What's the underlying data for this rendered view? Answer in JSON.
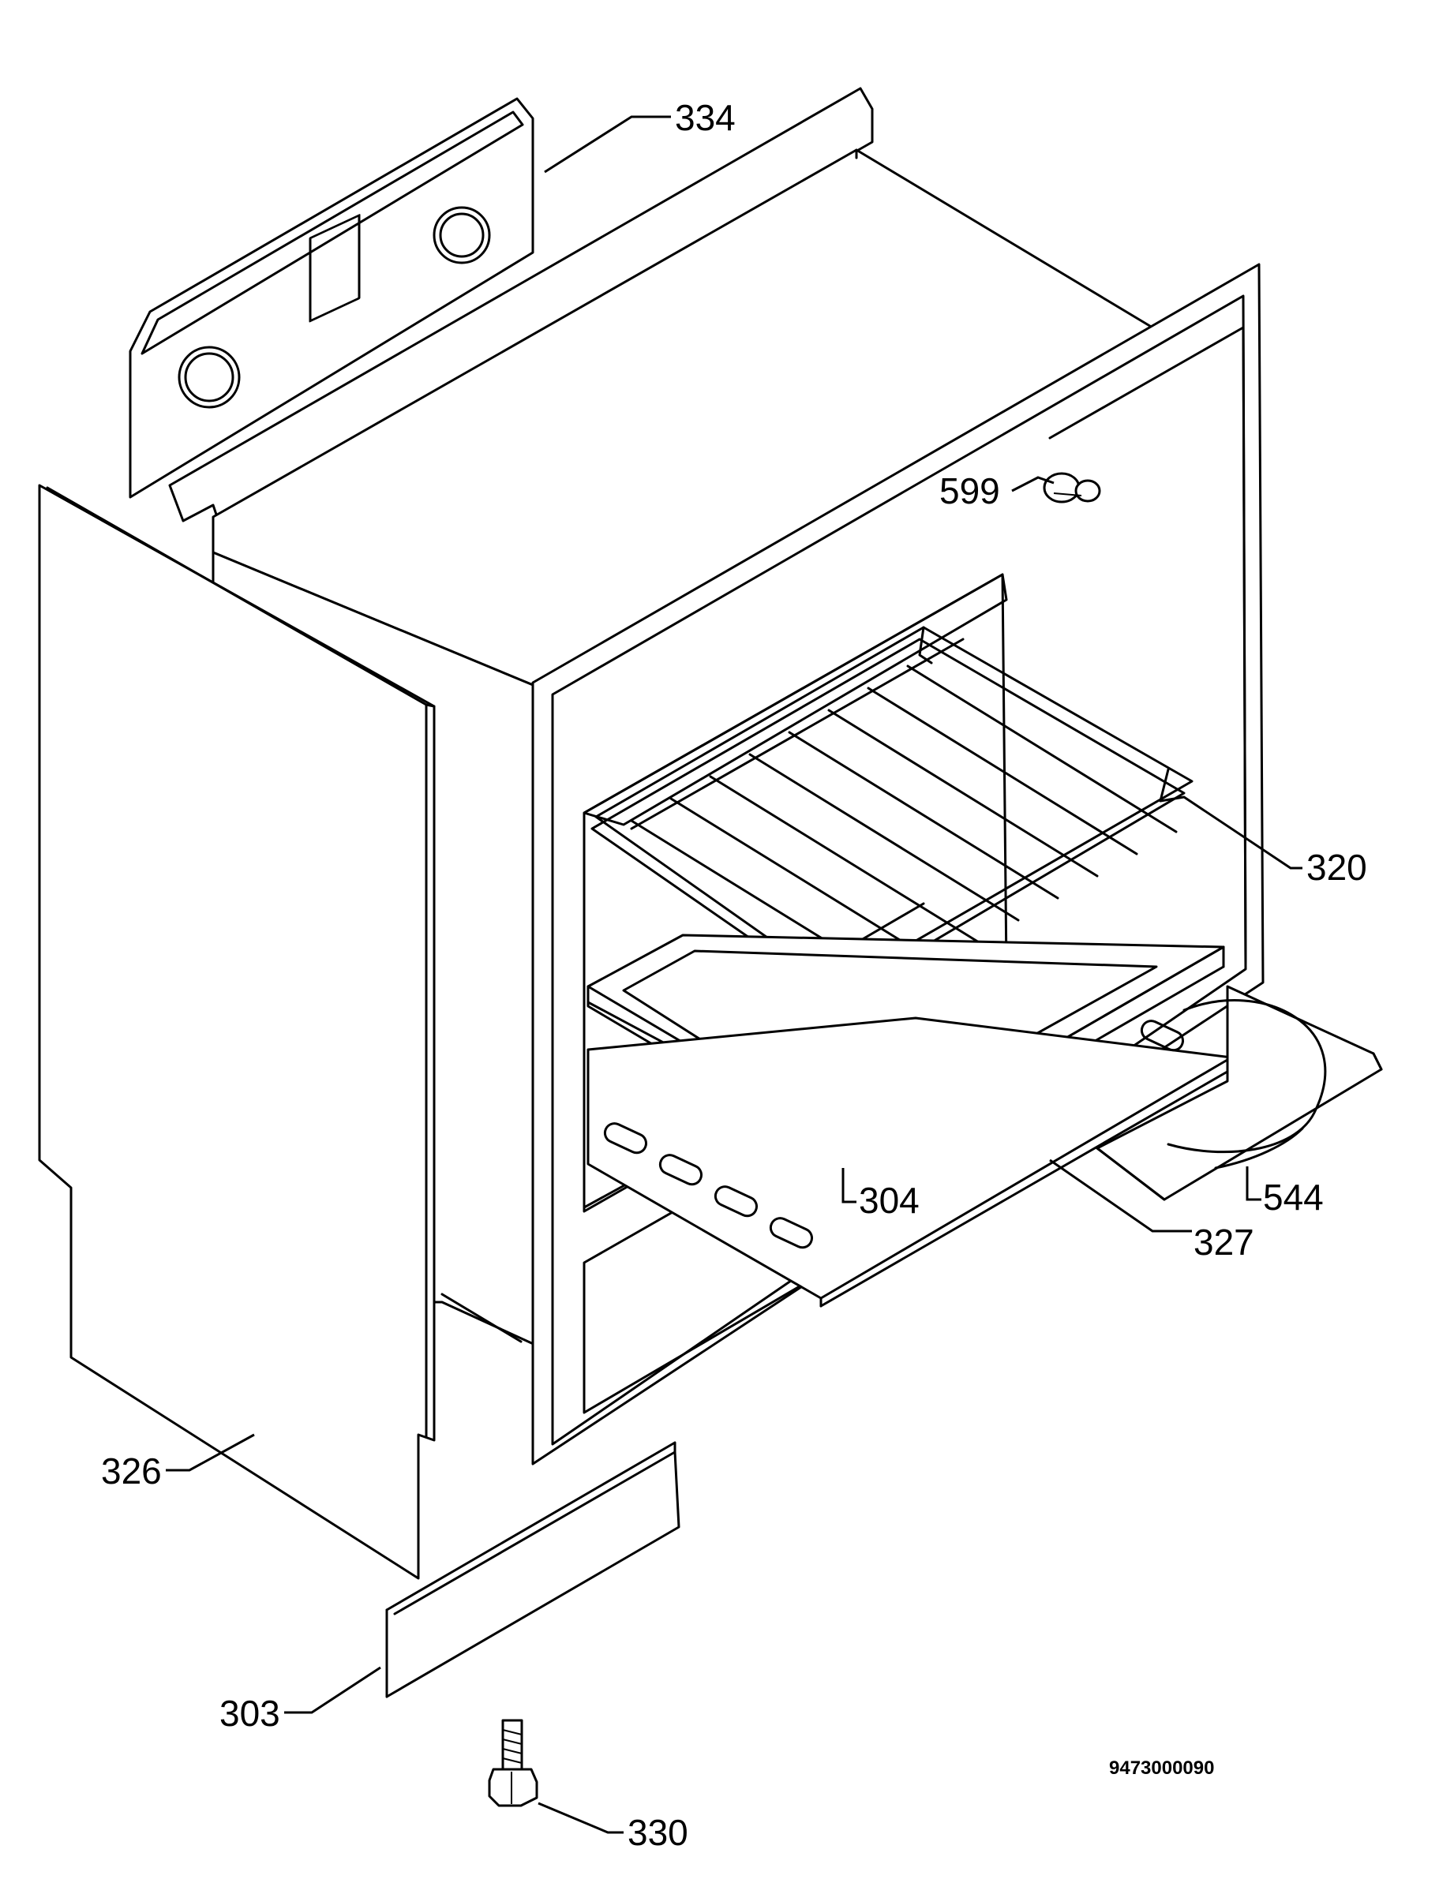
{
  "diagram": {
    "callouts": [
      {
        "id": "334",
        "label": "334"
      },
      {
        "id": "599",
        "label": "599"
      },
      {
        "id": "320",
        "label": "320"
      },
      {
        "id": "304",
        "label": "304"
      },
      {
        "id": "544",
        "label": "544"
      },
      {
        "id": "327",
        "label": "327"
      },
      {
        "id": "326",
        "label": "326"
      },
      {
        "id": "303",
        "label": "303"
      },
      {
        "id": "330",
        "label": "330"
      }
    ],
    "drawing_number": "9473000090"
  }
}
